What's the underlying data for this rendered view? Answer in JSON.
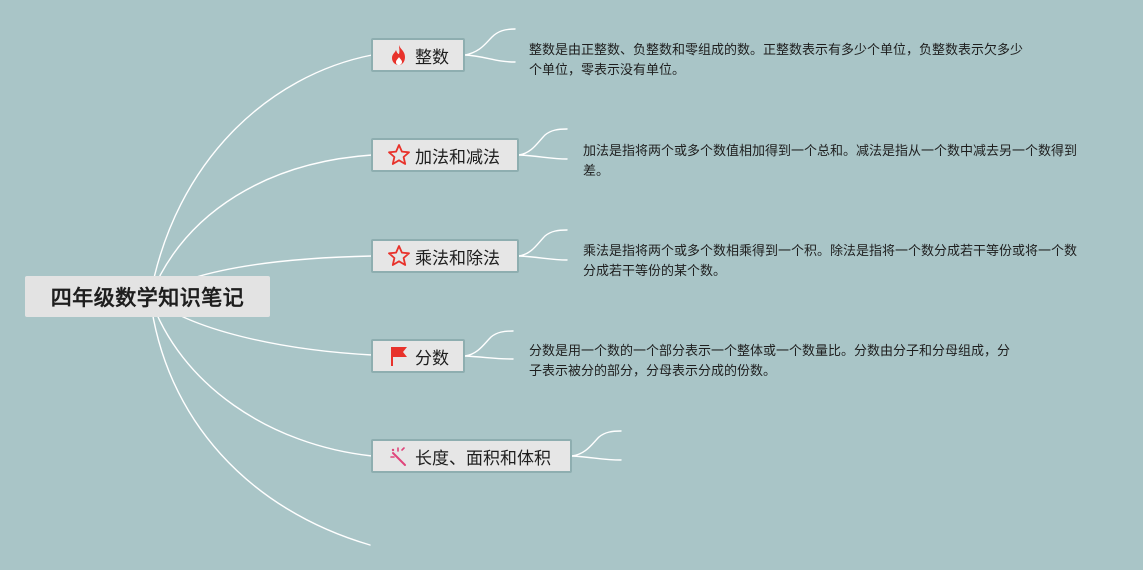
{
  "mindmap": {
    "root": "四年级数学知识笔记",
    "topics": [
      {
        "label": "整数",
        "icon": "fire-icon",
        "description": "整数是由正整数、负整数和零组成的数。正整数表示有多少个单位，负整数表示欠多少个单位，零表示没有单位。"
      },
      {
        "label": "加法和减法",
        "icon": "star-outline-icon",
        "description": "加法是指将两个或多个数值相加得到一个总和。减法是指从一个数中减去另一个数得到差。"
      },
      {
        "label": "乘法和除法",
        "icon": "star-outline-icon",
        "description": "乘法是指将两个或多个数相乘得到一个积。除法是指将一个数分成若干等份或将一个数分成若干等份的某个数。"
      },
      {
        "label": "分数",
        "icon": "flag-icon",
        "description": "分数是用一个数的一个部分表示一个整体或一个数量比。分数由分子和分母组成，分子表示被分的部分，分母表示分成的份数。"
      },
      {
        "label": "长度、面积和体积",
        "icon": "magic-wand-icon",
        "description": ""
      }
    ]
  },
  "colors": {
    "background": "#a9c5c7",
    "connector": "#ffffff",
    "topic_border": "#8eaeb0",
    "icon_red": "#e8322b",
    "icon_pink": "#e0457b"
  }
}
